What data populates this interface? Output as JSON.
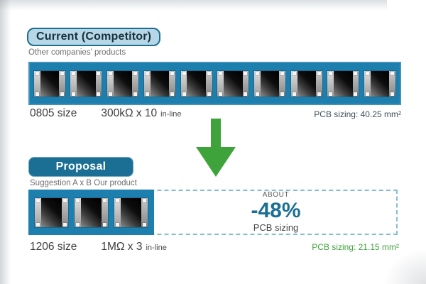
{
  "colors": {
    "pcb_blue": "#1d7fae",
    "teal": "#1b6f94",
    "green": "#3fa33c",
    "label_fill": "#b7d7e6"
  },
  "current": {
    "title": "Current (Competitor)",
    "subtitle": "Other companies' products",
    "chip_count": 10,
    "size_label": "0805 size",
    "spec_value": "300kΩ x 10",
    "spec_suffix": "in-line",
    "pcb_sizing": "PCB sizing: 40.25 mm²"
  },
  "arrow": {
    "direction": "down"
  },
  "proposal": {
    "title": "Proposal",
    "subtitle": "Suggestion A x B Our product",
    "chip_count": 3,
    "size_label": "1206 size",
    "spec_value": "1MΩ x 3",
    "spec_suffix": "in-line",
    "pcb_sizing": "PCB sizing: 21.15 mm²",
    "callout": {
      "about": "ABOUT",
      "percent": "-48%",
      "caption": "PCB sizing"
    }
  }
}
